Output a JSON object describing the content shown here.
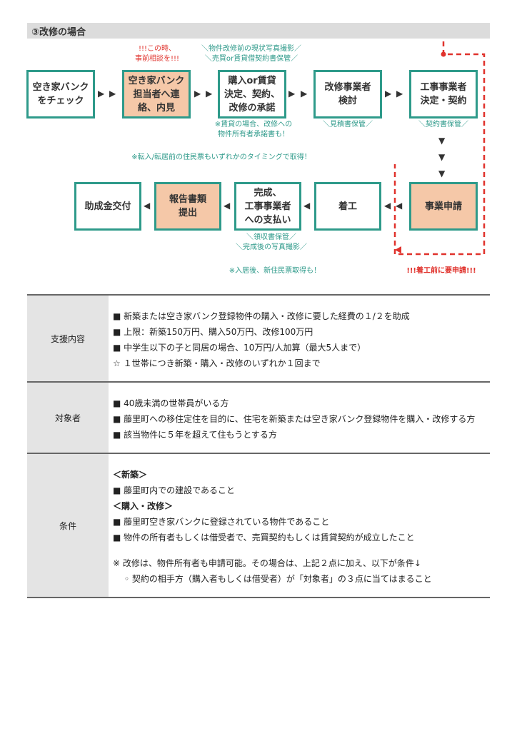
{
  "header": {
    "title": "③改修の場合"
  },
  "flow": {
    "row1": [
      {
        "label": "空き家バンク\nをチェック",
        "highlight": false
      },
      {
        "label": "空き家バンク\n担当者へ連\n絡、内見",
        "highlight": true
      },
      {
        "label": "購入or賃貸\n決定、契約、\n改修の承諾",
        "highlight": false
      },
      {
        "label": "改修事業者\n検討",
        "highlight": false
      },
      {
        "label": "工事事業者\n決定・契約",
        "highlight": false
      }
    ],
    "row2": [
      {
        "label": "助成金交付",
        "highlight": false
      },
      {
        "label": "報告書類\n提出",
        "highlight": true
      },
      {
        "label": "完成、\n工事事業者\nへの支払い",
        "highlight": false
      },
      {
        "label": "着工",
        "highlight": false
      },
      {
        "label": "事業申請",
        "highlight": true
      }
    ],
    "arrows": {
      "right": "▶",
      "left": "◀",
      "down": "▼"
    },
    "notes": {
      "consult": "!!!この時、\n事前相談を!!!",
      "photo": "＼物件改修前の現状写真撮影／\n＼売買or賃貸借契約書保管／",
      "lease": "※賃貸の場合、改修への\n物件所有者承諾書も！",
      "estimate": "＼見積書保管／",
      "contract": "＼契約書保管／",
      "residence_before": "※転入/転居前の住民票もいずれかのタイミングで取得！",
      "receipt": "＼領収書保管／\n＼完成後の写真撮影／",
      "residence_after": "※入居後、新住民票取得も！",
      "before_start": "!!!着工前に要申請!!!"
    }
  },
  "table": {
    "support": {
      "label": "支援内容",
      "lines": [
        "■ 新築または空き家バンク登録物件の購入・改修に要した経費の１/２を助成",
        "■ 上限：新築150万円、購入50万円、改修100万円",
        "■ 中学生以下の子と同居の場合、10万円/人加算（最大5人まで）",
        "☆ １世帯につき新築・購入・改修のいずれか１回まで"
      ]
    },
    "target": {
      "label": "対象者",
      "lines": [
        "■ 40歳未満の世帯員がいる方",
        "■ 藤里町への移住定住を目的に、住宅を新築または空き家バンク登録物件を購入・改修する方",
        "■ 該当物件に５年を超えて住もうとする方"
      ]
    },
    "conditions": {
      "label": "条件",
      "new_heading": "＜新築＞",
      "new_lines": [
        "■ 藤里町内での建設であること"
      ],
      "buy_heading": "＜購入・改修＞",
      "buy_lines": [
        "■ 藤里町空き家バンクに登録されている物件であること",
        "■ 物件の所有者もしくは借受者で、売買契約もしくは賃貸契約が成立したこと"
      ],
      "note": "※ 改修は、物件所有者も申請可能。その場合は、上記２点に加え、以下が条件↓",
      "subnote": "◦ 契約の相手方（購入者もしくは借受者）が「対象者」の３点に当てはまること"
    }
  }
}
